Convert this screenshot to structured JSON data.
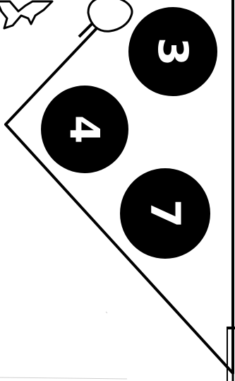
{
  "balls": [
    {
      "id": "ball-3",
      "label": "3"
    },
    {
      "id": "ball-4",
      "label": "4"
    },
    {
      "id": "ball-7",
      "label": "7"
    }
  ],
  "colors": {
    "ink": "#000000",
    "paper": "#ffffff",
    "number": "#ffffff"
  },
  "icons": [
    "cue-stick-tip-icon",
    "triangle-rack-icon",
    "star-fragment-icon"
  ]
}
